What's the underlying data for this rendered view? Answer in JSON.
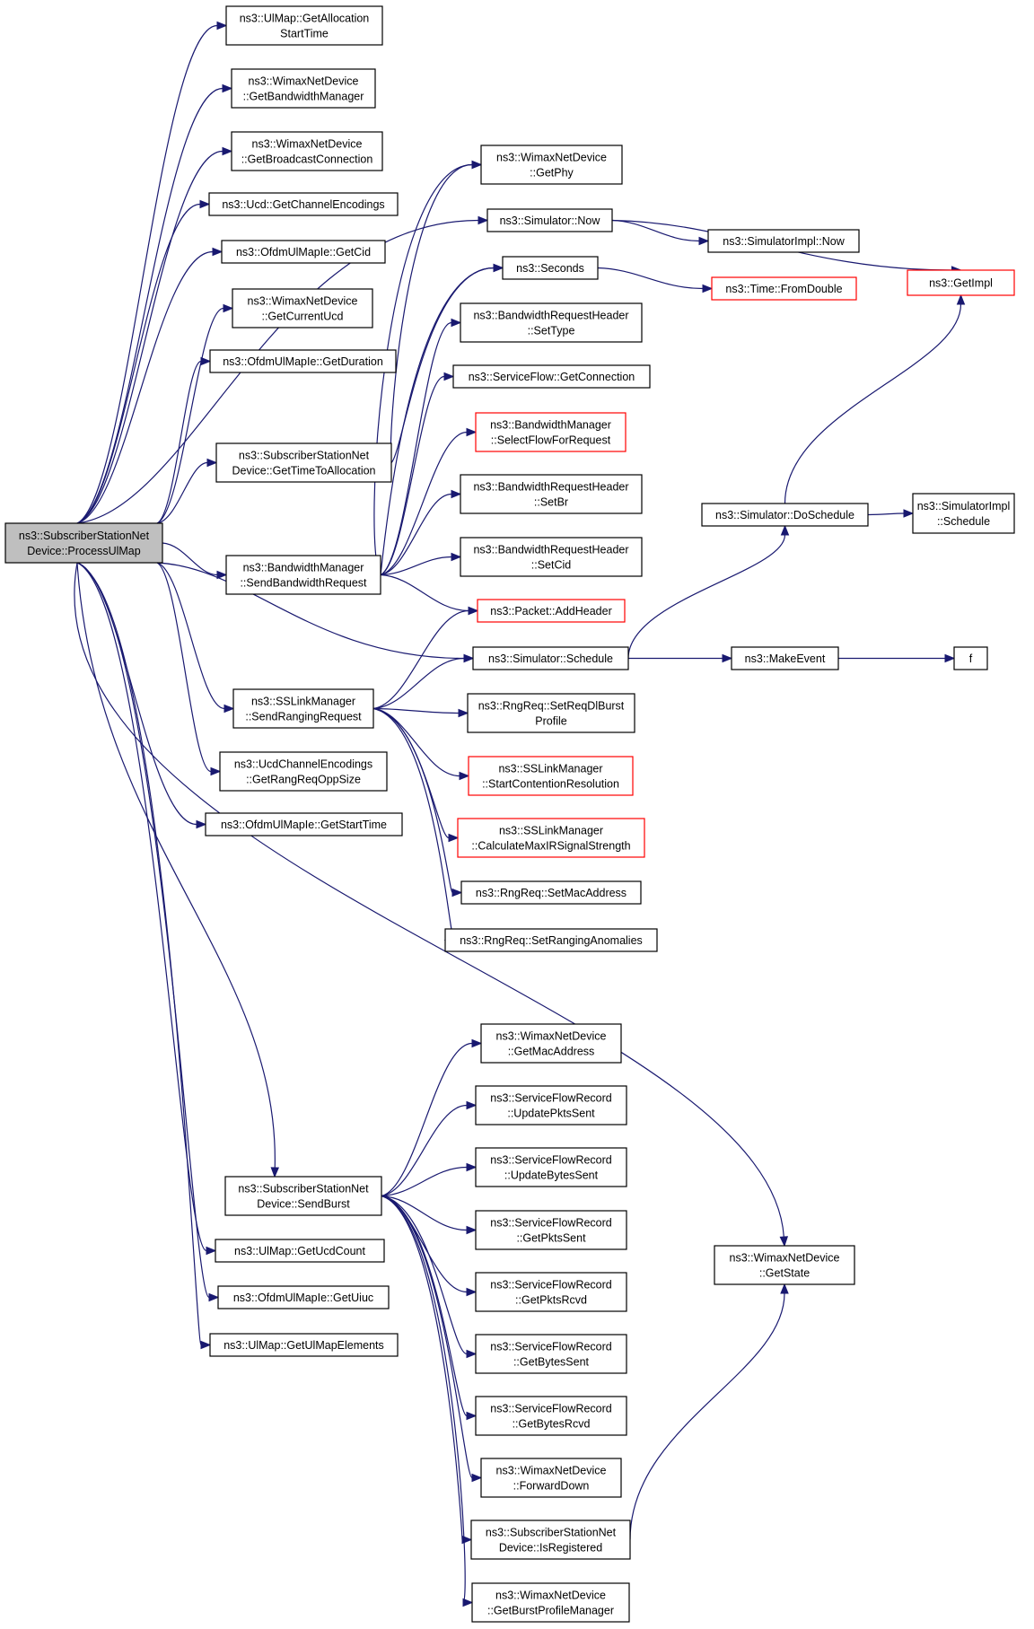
{
  "graph": {
    "kind": "call-graph",
    "nodes": [
      {
        "id": "root",
        "lines": [
          "ns3::SubscriberStationNet",
          "Device::ProcessUlMap"
        ],
        "root": true
      },
      {
        "id": "getAllocStart",
        "lines": [
          "ns3::UlMap::GetAllocation",
          "StartTime"
        ]
      },
      {
        "id": "getBwMgr",
        "lines": [
          "ns3::WimaxNetDevice",
          "::GetBandwidthManager"
        ]
      },
      {
        "id": "getBcastConn",
        "lines": [
          "ns3::WimaxNetDevice",
          "::GetBroadcastConnection"
        ]
      },
      {
        "id": "getChanEnc",
        "lines": [
          "ns3::Ucd::GetChannelEncodings"
        ]
      },
      {
        "id": "getCid",
        "lines": [
          "ns3::OfdmUlMapIe::GetCid"
        ]
      },
      {
        "id": "getCurUcd",
        "lines": [
          "ns3::WimaxNetDevice",
          "::GetCurrentUcd"
        ]
      },
      {
        "id": "getDuration",
        "lines": [
          "ns3::OfdmUlMapIe::GetDuration"
        ]
      },
      {
        "id": "getTimeToAlloc",
        "lines": [
          "ns3::SubscriberStationNet",
          "Device::GetTimeToAllocation"
        ]
      },
      {
        "id": "sendBwReq",
        "lines": [
          "ns3::BandwidthManager",
          "::SendBandwidthRequest"
        ]
      },
      {
        "id": "sendRngReq",
        "lines": [
          "ns3::SSLinkManager",
          "::SendRangingRequest"
        ]
      },
      {
        "id": "getRangReqOpp",
        "lines": [
          "ns3::UcdChannelEncodings",
          "::GetRangReqOppSize"
        ]
      },
      {
        "id": "getStartTime",
        "lines": [
          "ns3::OfdmUlMapIe::GetStartTime"
        ]
      },
      {
        "id": "sendBurst",
        "lines": [
          "ns3::SubscriberStationNet",
          "Device::SendBurst"
        ]
      },
      {
        "id": "getUcdCount",
        "lines": [
          "ns3::UlMap::GetUcdCount"
        ]
      },
      {
        "id": "getUiuc",
        "lines": [
          "ns3::OfdmUlMapIe::GetUiuc"
        ]
      },
      {
        "id": "getUlMapEl",
        "lines": [
          "ns3::UlMap::GetUlMapElements"
        ]
      },
      {
        "id": "getPhy",
        "lines": [
          "ns3::WimaxNetDevice",
          "::GetPhy"
        ]
      },
      {
        "id": "simNow",
        "lines": [
          "ns3::Simulator::Now"
        ]
      },
      {
        "id": "seconds",
        "lines": [
          "ns3::Seconds"
        ]
      },
      {
        "id": "bwSetType",
        "lines": [
          "ns3::BandwidthRequestHeader",
          "::SetType"
        ]
      },
      {
        "id": "sfGetConn",
        "lines": [
          "ns3::ServiceFlow::GetConnection"
        ]
      },
      {
        "id": "selectFlow",
        "lines": [
          "ns3::BandwidthManager",
          "::SelectFlowForRequest"
        ],
        "truncated": true
      },
      {
        "id": "bwSetBr",
        "lines": [
          "ns3::BandwidthRequestHeader",
          "::SetBr"
        ]
      },
      {
        "id": "bwSetCid",
        "lines": [
          "ns3::BandwidthRequestHeader",
          "::SetCid"
        ]
      },
      {
        "id": "addHeader",
        "lines": [
          "ns3::Packet::AddHeader"
        ],
        "truncated": true
      },
      {
        "id": "simSchedule",
        "lines": [
          "ns3::Simulator::Schedule"
        ]
      },
      {
        "id": "setReqDl",
        "lines": [
          "ns3::RngReq::SetReqDlBurst",
          "Profile"
        ]
      },
      {
        "id": "startCont",
        "lines": [
          "ns3::SSLinkManager",
          "::StartContentionResolution"
        ],
        "truncated": true
      },
      {
        "id": "calcMax",
        "lines": [
          "ns3::SSLinkManager",
          "::CalculateMaxIRSignalStrength"
        ],
        "truncated": true
      },
      {
        "id": "setMac",
        "lines": [
          "ns3::RngReq::SetMacAddress"
        ]
      },
      {
        "id": "setRangAnom",
        "lines": [
          "ns3::RngReq::SetRangingAnomalies"
        ]
      },
      {
        "id": "getMacAddr",
        "lines": [
          "ns3::WimaxNetDevice",
          "::GetMacAddress"
        ]
      },
      {
        "id": "updPkts",
        "lines": [
          "ns3::ServiceFlowRecord",
          "::UpdatePktsSent"
        ]
      },
      {
        "id": "updBytes",
        "lines": [
          "ns3::ServiceFlowRecord",
          "::UpdateBytesSent"
        ]
      },
      {
        "id": "getPktsSent",
        "lines": [
          "ns3::ServiceFlowRecord",
          "::GetPktsSent"
        ]
      },
      {
        "id": "getPktsRcvd",
        "lines": [
          "ns3::ServiceFlowRecord",
          "::GetPktsRcvd"
        ]
      },
      {
        "id": "getBytesSent",
        "lines": [
          "ns3::ServiceFlowRecord",
          "::GetBytesSent"
        ]
      },
      {
        "id": "getBytesRcvd",
        "lines": [
          "ns3::ServiceFlowRecord",
          "::GetBytesRcvd"
        ]
      },
      {
        "id": "fwdDown",
        "lines": [
          "ns3::WimaxNetDevice",
          "::ForwardDown"
        ]
      },
      {
        "id": "isReg",
        "lines": [
          "ns3::SubscriberStationNet",
          "Device::IsRegistered"
        ]
      },
      {
        "id": "getBurstProf",
        "lines": [
          "ns3::WimaxNetDevice",
          "::GetBurstProfileManager"
        ]
      },
      {
        "id": "simImplNow",
        "lines": [
          "ns3::SimulatorImpl::Now"
        ]
      },
      {
        "id": "fromDouble",
        "lines": [
          "ns3::Time::FromDouble"
        ],
        "truncated": true
      },
      {
        "id": "doSchedule",
        "lines": [
          "ns3::Simulator::DoSchedule"
        ]
      },
      {
        "id": "makeEvent",
        "lines": [
          "ns3::MakeEvent"
        ]
      },
      {
        "id": "getState",
        "lines": [
          "ns3::WimaxNetDevice",
          "::GetState"
        ]
      },
      {
        "id": "getImpl",
        "lines": [
          "ns3::GetImpl"
        ],
        "truncated": true
      },
      {
        "id": "implSchedule",
        "lines": [
          "ns3::SimulatorImpl",
          "::Schedule"
        ]
      },
      {
        "id": "f",
        "lines": [
          "f"
        ]
      }
    ],
    "edges": [
      [
        "root",
        "getAllocStart"
      ],
      [
        "root",
        "getBwMgr"
      ],
      [
        "root",
        "getBcastConn"
      ],
      [
        "root",
        "getChanEnc"
      ],
      [
        "root",
        "getCid"
      ],
      [
        "root",
        "getCurUcd"
      ],
      [
        "root",
        "getDuration"
      ],
      [
        "root",
        "getTimeToAlloc"
      ],
      [
        "root",
        "simNow"
      ],
      [
        "root",
        "sendBwReq"
      ],
      [
        "root",
        "simSchedule"
      ],
      [
        "root",
        "sendRngReq"
      ],
      [
        "root",
        "getRangReqOpp"
      ],
      [
        "root",
        "getStartTime"
      ],
      [
        "root",
        "getState"
      ],
      [
        "root",
        "sendBurst"
      ],
      [
        "root",
        "getUcdCount"
      ],
      [
        "root",
        "getUiuc"
      ],
      [
        "root",
        "getUlMapEl"
      ],
      [
        "getTimeToAlloc",
        "getPhy"
      ],
      [
        "getTimeToAlloc",
        "seconds"
      ],
      [
        "sendBwReq",
        "getPhy"
      ],
      [
        "sendBwReq",
        "seconds"
      ],
      [
        "sendBwReq",
        "bwSetType"
      ],
      [
        "sendBwReq",
        "sfGetConn"
      ],
      [
        "sendBwReq",
        "selectFlow"
      ],
      [
        "sendBwReq",
        "bwSetBr"
      ],
      [
        "sendBwReq",
        "bwSetCid"
      ],
      [
        "sendBwReq",
        "addHeader"
      ],
      [
        "sendRngReq",
        "addHeader"
      ],
      [
        "sendRngReq",
        "simSchedule"
      ],
      [
        "sendRngReq",
        "setReqDl"
      ],
      [
        "sendRngReq",
        "startCont"
      ],
      [
        "sendRngReq",
        "calcMax"
      ],
      [
        "sendRngReq",
        "setMac"
      ],
      [
        "sendRngReq",
        "setRangAnom"
      ],
      [
        "sendBurst",
        "getMacAddr"
      ],
      [
        "sendBurst",
        "updPkts"
      ],
      [
        "sendBurst",
        "updBytes"
      ],
      [
        "sendBurst",
        "getPktsSent"
      ],
      [
        "sendBurst",
        "getPktsRcvd"
      ],
      [
        "sendBurst",
        "getBytesSent"
      ],
      [
        "sendBurst",
        "getBytesRcvd"
      ],
      [
        "sendBurst",
        "fwdDown"
      ],
      [
        "sendBurst",
        "isReg"
      ],
      [
        "sendBurst",
        "getBurstProf"
      ],
      [
        "simNow",
        "simImplNow"
      ],
      [
        "simNow",
        "getImpl"
      ],
      [
        "seconds",
        "fromDouble"
      ],
      [
        "simSchedule",
        "doSchedule"
      ],
      [
        "simSchedule",
        "makeEvent"
      ],
      [
        "doSchedule",
        "getImpl"
      ],
      [
        "doSchedule",
        "implSchedule"
      ],
      [
        "makeEvent",
        "f"
      ],
      [
        "isReg",
        "getState"
      ]
    ]
  }
}
